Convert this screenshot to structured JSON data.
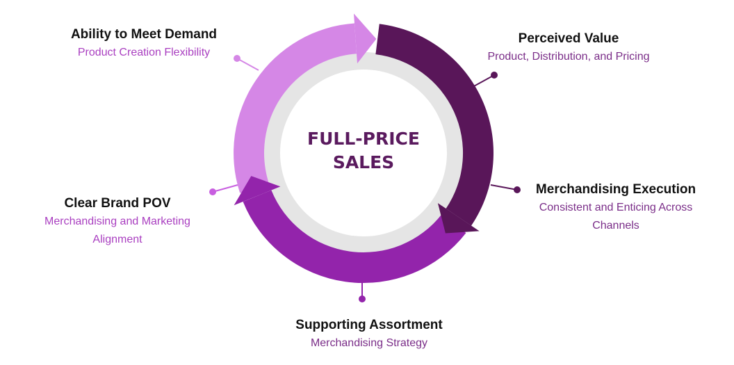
{
  "center": {
    "line1": "FULL-PRICE",
    "line2": "SALES"
  },
  "labels": {
    "ability": {
      "title": "Ability to Meet Demand",
      "subtitle": "Product Creation Flexibility"
    },
    "perceived": {
      "title": "Perceived Value",
      "subtitle": "Product, Distribution, and Pricing"
    },
    "merch_exec": {
      "title": "Merchandising Execution",
      "subtitle": "Consistent and Enticing Across Channels"
    },
    "brand": {
      "title": "Clear Brand POV",
      "subtitle": "Merchandising and Marketing Alignment"
    },
    "assort": {
      "title": "Supporting Assortment",
      "subtitle": "Merchandising Strategy"
    }
  },
  "colors": {
    "light_purple": "#d587e6",
    "medium_purple": "#9324ab",
    "dark_purple": "#591659",
    "center_text": "#5a1a5e",
    "subtitle_light": "#a93ec0",
    "subtitle_dark": "#7a2d88",
    "inner_circle": "#e5e5e5"
  }
}
